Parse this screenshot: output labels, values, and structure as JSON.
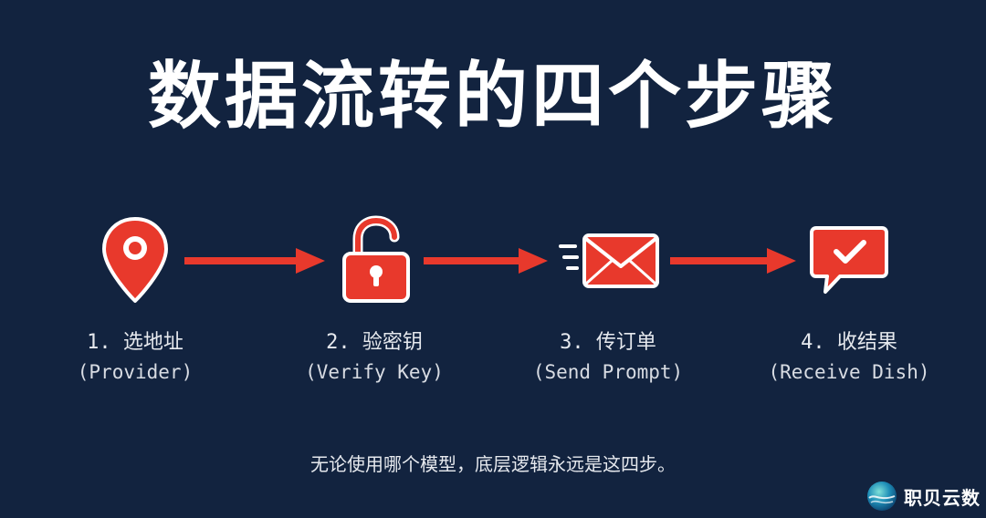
{
  "title": "数据流转的四个步骤",
  "steps": [
    {
      "label": "1. 选地址",
      "sublabel": "(Provider)",
      "icon": "location-pin-icon"
    },
    {
      "label": "2. 验密钥",
      "sublabel": "(Verify Key)",
      "icon": "unlocked-padlock-icon"
    },
    {
      "label": "3. 传订单",
      "sublabel": "(Send Prompt)",
      "icon": "sending-envelope-icon"
    },
    {
      "label": "4. 收结果",
      "sublabel": "(Receive Dish)",
      "icon": "chat-checkmark-icon"
    }
  ],
  "footer": "无论使用哪个模型，底层逻辑永远是这四步。",
  "watermark": {
    "text": "职贝云数",
    "icon": "globe-logo-icon"
  },
  "colors": {
    "background": "#12233f",
    "accent": "#e8392c",
    "text": "#ffffff"
  }
}
